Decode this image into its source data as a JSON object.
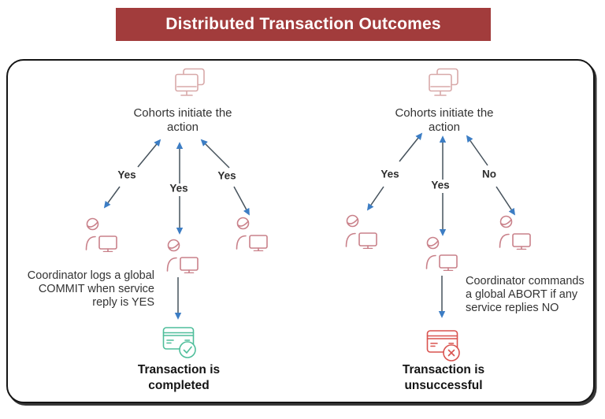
{
  "title": "Distributed Transaction Outcomes",
  "colors": {
    "title_bg": "#A23C3C",
    "title_text": "#FFFFFF",
    "border_color": "#141414",
    "arrow_line": "#46525C",
    "arrow_head": "#3C7DC4",
    "cohorts_icon": "#D8A9A9",
    "service_icon": "#C9818A",
    "success": "#4FBE9B",
    "failure": "#D9534F",
    "text": "#333333",
    "outcome_text": "#141414"
  },
  "panels": [
    {
      "id": "commit",
      "top_label_line1": "Cohorts initiate the",
      "top_label_line2": "action",
      "branch_labels": [
        "Yes",
        "Yes",
        "Yes"
      ],
      "note_lines": [
        "Coordinator logs a global",
        "COMMIT when service",
        "reply is YES"
      ],
      "outcome_lines": [
        "Transaction is",
        "completed"
      ],
      "outcome_icon": "credit-card-check"
    },
    {
      "id": "abort",
      "top_label_line1": "Cohorts initiate the",
      "top_label_line2": "action",
      "branch_labels": [
        "Yes",
        "Yes",
        "No"
      ],
      "note_lines": [
        "Coordinator commands",
        "a global ABORT if any",
        "service replies NO"
      ],
      "outcome_lines": [
        "Transaction is",
        "unsuccessful"
      ],
      "outcome_icon": "credit-card-cross"
    }
  ]
}
